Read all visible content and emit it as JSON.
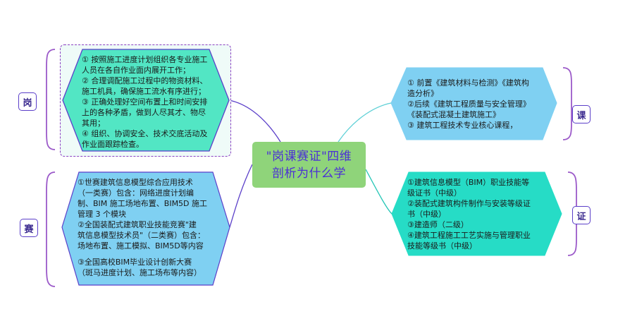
{
  "center": {
    "line1": "\"岗课赛证\"四维",
    "line2": "剖析为什么学"
  },
  "gang": {
    "tag": "岗",
    "lines": [
      "① 按照施工进度计划组织各专业施工",
      "人员在各自作业面内展开工作；",
      "② 合理调配施工过程中的物资材料、",
      "施工机具，确保施工流水有序进行；",
      "③ 正确处理好空间布置上和时间安排",
      "上的各种矛盾，做到人尽其才、物尽",
      "其用；",
      "④ 组织、协调安全、技术交底活动及",
      "作业面跟踪检查。"
    ]
  },
  "ke": {
    "tag": "课",
    "lines": [
      "① 前置《建筑材料与检测》《建筑构",
      "造分析》",
      "②后续《建筑工程质量与安全管理》",
      "《装配式混凝土建筑施工》",
      "③ 建筑工程技术专业核心课程，"
    ]
  },
  "sai": {
    "tag": "赛",
    "lines": [
      "①世赛建筑信息模型综合应用技术",
      "（一类赛）包含：网络进度计划编",
      "制、BIM 施工场地布置、BIM5D 施工",
      "管理 3 个模块",
      "②全国装配式建筑职业技能竞赛\"建",
      "筑信息模型技术员\"（二类赛）包含：",
      "场地布置、施工模拟、BIM5D等内容",
      "",
      "③全国高校BIM毕业设计创新大赛",
      "（斑马进度计划、施工场布等内容）"
    ]
  },
  "zheng": {
    "tag": "证",
    "lines": [
      "①建筑信息模型（BIM）职业技能等",
      "级证书（中级）",
      "②装配式建筑构件制作与安装等级证",
      "书（中级）",
      "③建造师（二级）",
      "④建筑工程施工工艺实施与管理职业",
      "技能等级书（中级）"
    ]
  },
  "colors": {
    "gang_fill": "#52e6c4",
    "ke_fill": "#7fd0f2",
    "sai_fill": "#7fd0f2",
    "zheng_fill": "#26dcc6",
    "center_fill": "#8fd47a",
    "center_text": "#4b2fd6",
    "line_purple": "#5b3fc9",
    "bracket_purple": "#9b59c9"
  }
}
